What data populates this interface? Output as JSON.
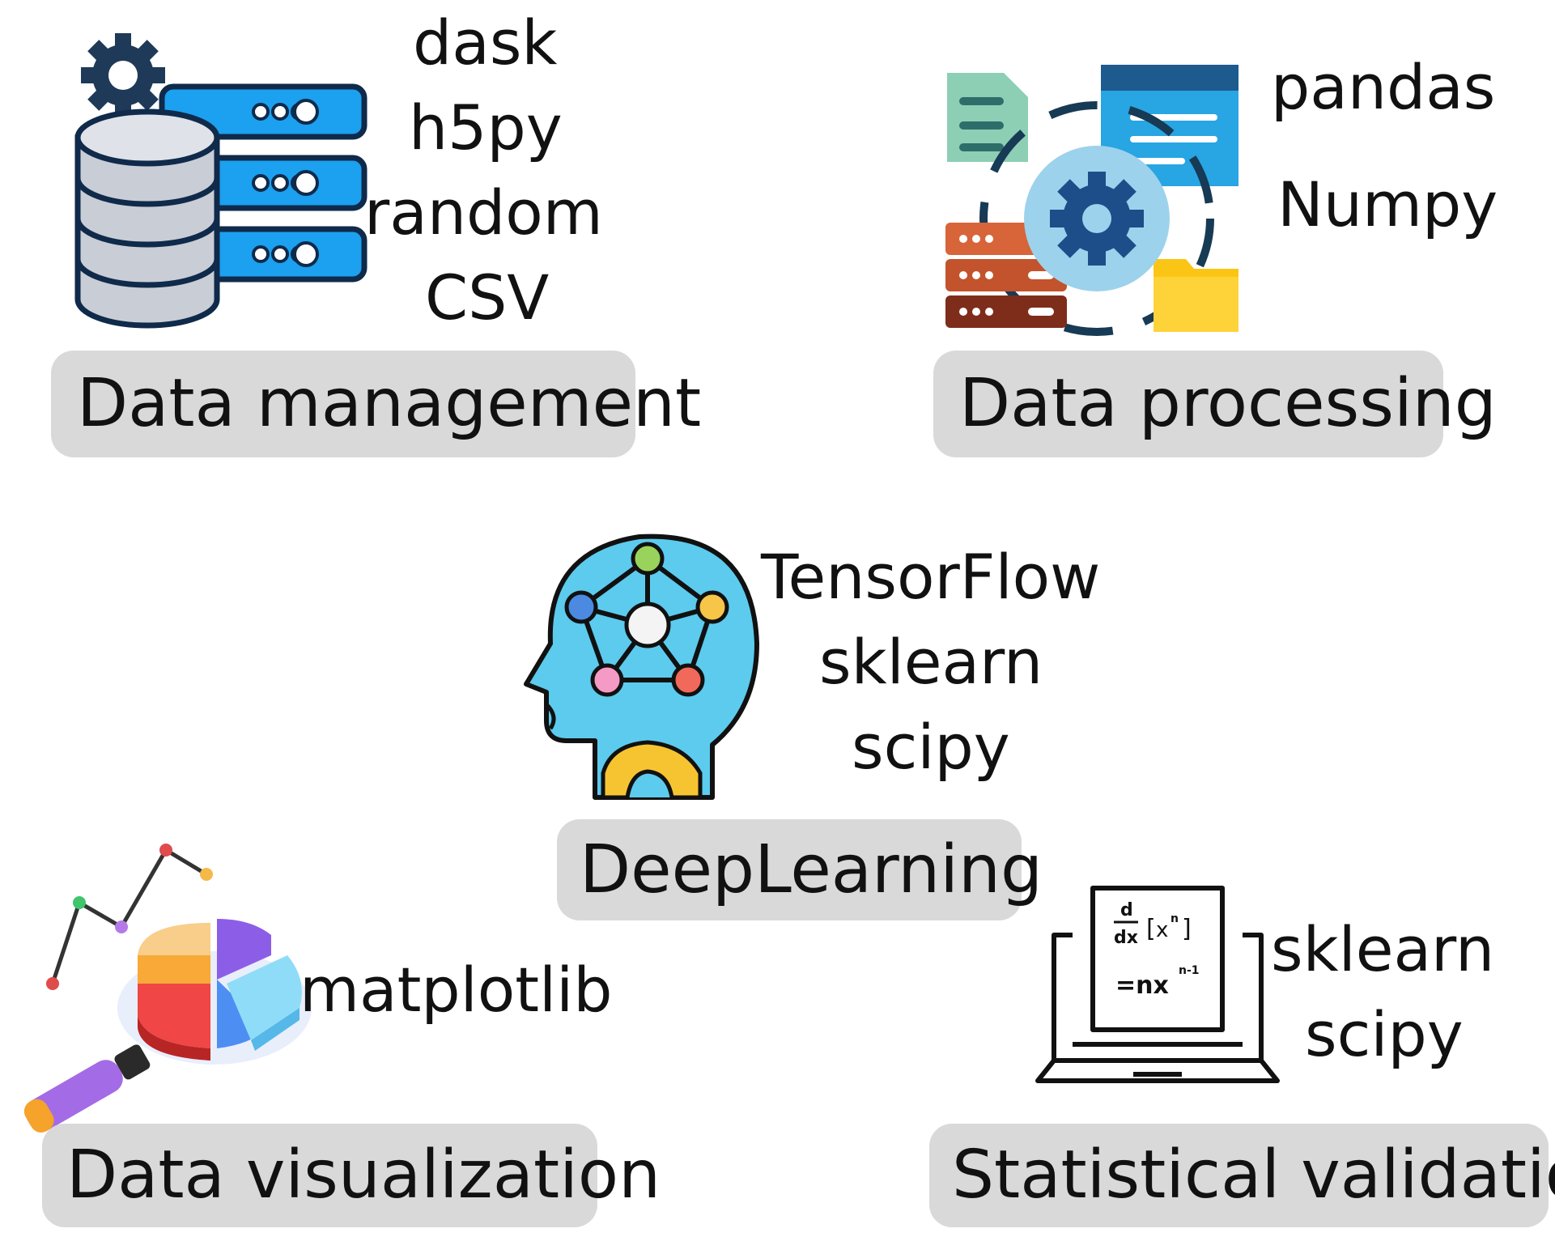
{
  "panels": {
    "data_management": {
      "label": "Data management",
      "tools": [
        "dask",
        "h5py",
        "random",
        "CSV"
      ],
      "icon": "database-server-icon"
    },
    "data_processing": {
      "label": "Data processing",
      "tools": [
        "pandas",
        "Numpy"
      ],
      "icon": "data-processing-gear-icon"
    },
    "deep_learning": {
      "label_words": [
        "Deep",
        "Learning"
      ],
      "tools": [
        "TensorFlow",
        "sklearn",
        "scipy"
      ],
      "icon": "brain-network-head-icon"
    },
    "data_visualization": {
      "label": "Data visualization",
      "tools": [
        "matplotlib"
      ],
      "icon": "chart-magnifier-icon"
    },
    "statistical_validation": {
      "label": "Statistical validation",
      "tools": [
        "sklearn",
        "scipy"
      ],
      "icon": "laptop-derivative-icon",
      "formula": {
        "d": "d",
        "dx": "dx",
        "x": "x",
        "n": "n",
        "result": "=nx",
        "exp": "n-1"
      }
    }
  },
  "colors": {
    "pill_bg": "#d9d9d9",
    "db_blue": "#1e90ff",
    "db_grey": "#c8cdd6",
    "head_blue": "#5ccbee",
    "gear_yellow": "#f7c431"
  }
}
